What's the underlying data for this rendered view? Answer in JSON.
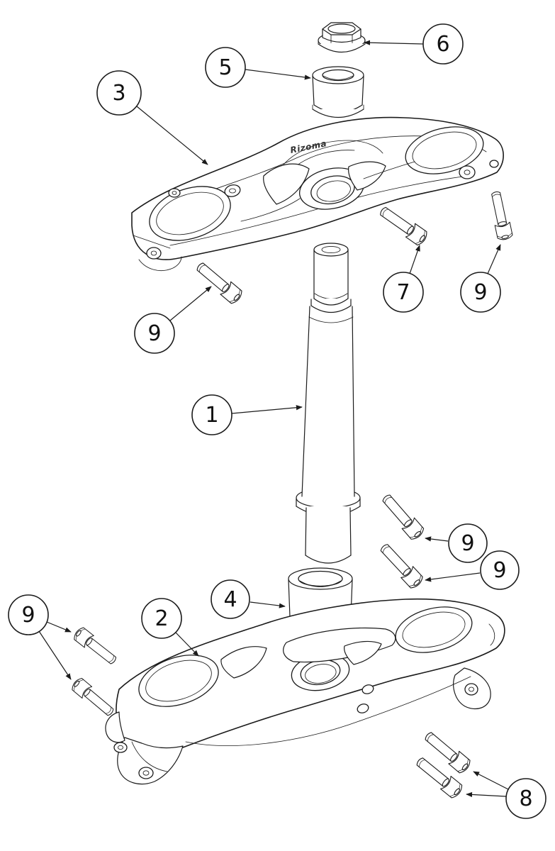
{
  "diagram": {
    "colors": {
      "line": "#1b1b1b",
      "background": "#ffffff"
    },
    "brand_engraving": "Rizoma",
    "balloons": [
      {
        "label": "6"
      },
      {
        "label": "5"
      },
      {
        "label": "3"
      },
      {
        "label": "7"
      },
      {
        "label": "9"
      },
      {
        "label": "9"
      },
      {
        "label": "1"
      },
      {
        "label": "9"
      },
      {
        "label": "9"
      },
      {
        "label": "4"
      },
      {
        "label": "2"
      },
      {
        "label": "9"
      },
      {
        "label": "8"
      }
    ]
  }
}
